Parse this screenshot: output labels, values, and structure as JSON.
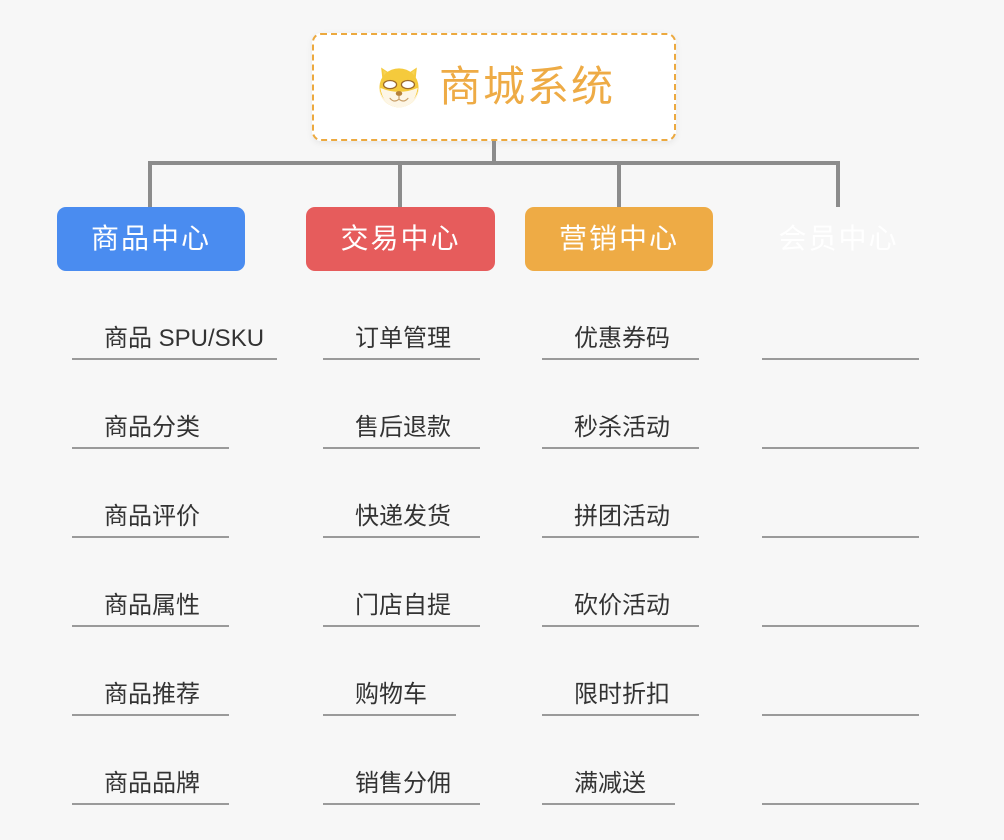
{
  "page": {
    "background_color": "#f7f7f7",
    "line_color": "#8c8c8c"
  },
  "root": {
    "title": "商城系统",
    "icon": "shiba-dog-face-icon",
    "text_color": "#eeab45",
    "border_color": "#eca93f",
    "background_color": "#ffffff"
  },
  "columns": [
    {
      "title": "商品中心",
      "color": "#4a8cf0",
      "items": [
        "商品 SPU/SKU",
        "商品分类",
        "商品评价",
        "商品属性",
        "商品推荐",
        "商品品牌"
      ]
    },
    {
      "title": "交易中心",
      "color": "#e65c5c",
      "items": [
        "订单管理",
        "售后退款",
        "快递发货",
        "门店自提",
        "购物车",
        "销售分佣"
      ]
    },
    {
      "title": "营销中心",
      "color": "#eeab45",
      "items": [
        "优惠券码",
        "秒杀活动",
        "拼团活动",
        "砍价活动",
        "限时折扣",
        "满减送"
      ]
    },
    {
      "title": "会员中心",
      "color": "#7cc councils"
    }
  ]
}
